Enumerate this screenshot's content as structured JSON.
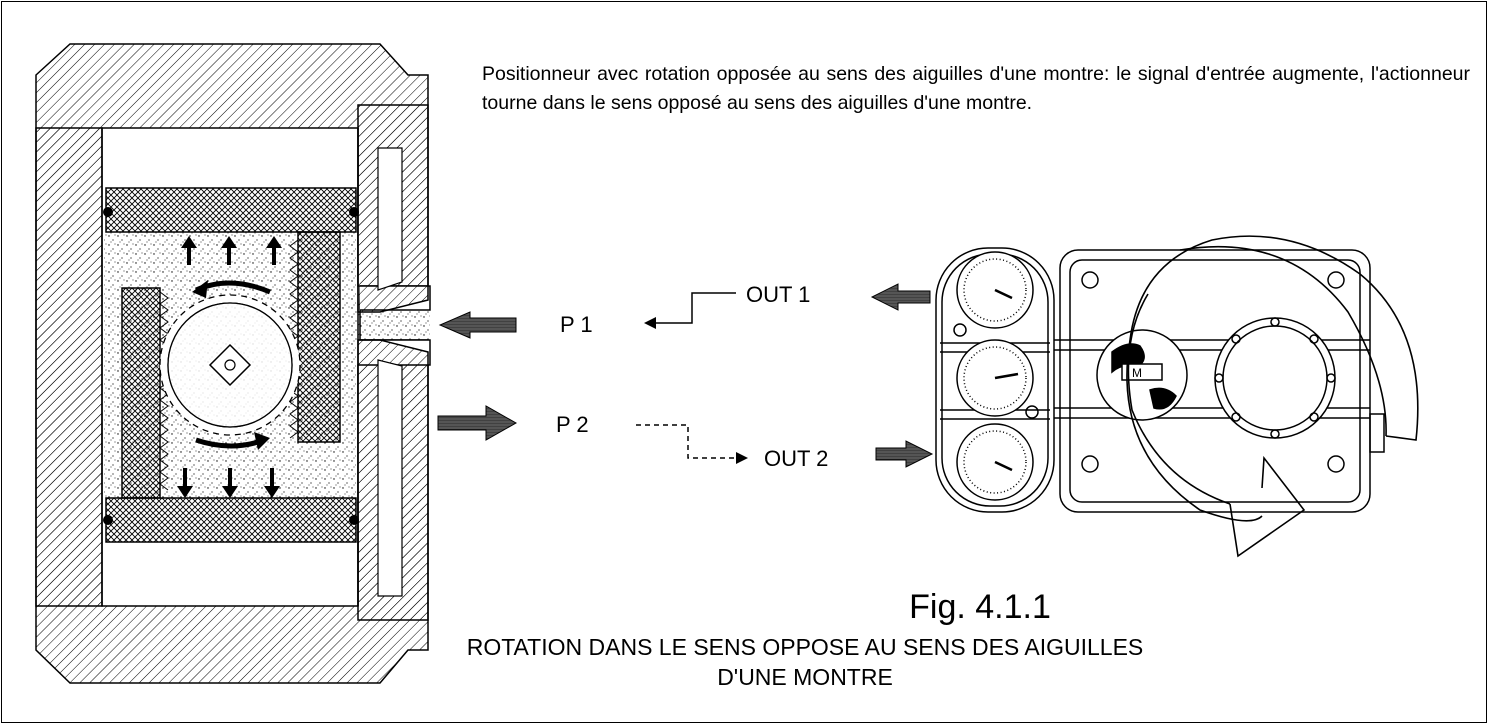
{
  "description": "Positionneur avec rotation opposée au sens des aiguilles d'une montre: le signal d'entrée augmente, l'actionneur tourne dans le sens opposé au sens des aiguilles d'une montre.",
  "labels": {
    "p1": "P 1",
    "p2": "P 2",
    "out1": "OUT 1",
    "out2": "OUT 2"
  },
  "figure": {
    "title": "Fig. 4.1.1",
    "caption_line1": "ROTATION DANS LE SENS OPPOSE AU SENS DES AIGUILLES",
    "caption_line2": "D'UNE MONTRE"
  },
  "colors": {
    "ink": "#000000",
    "paper": "#ffffff",
    "arrow_fill": "#555555"
  },
  "icons": [
    "actuator-cross-section",
    "positioner-device",
    "rotation-arrow-icon"
  ]
}
